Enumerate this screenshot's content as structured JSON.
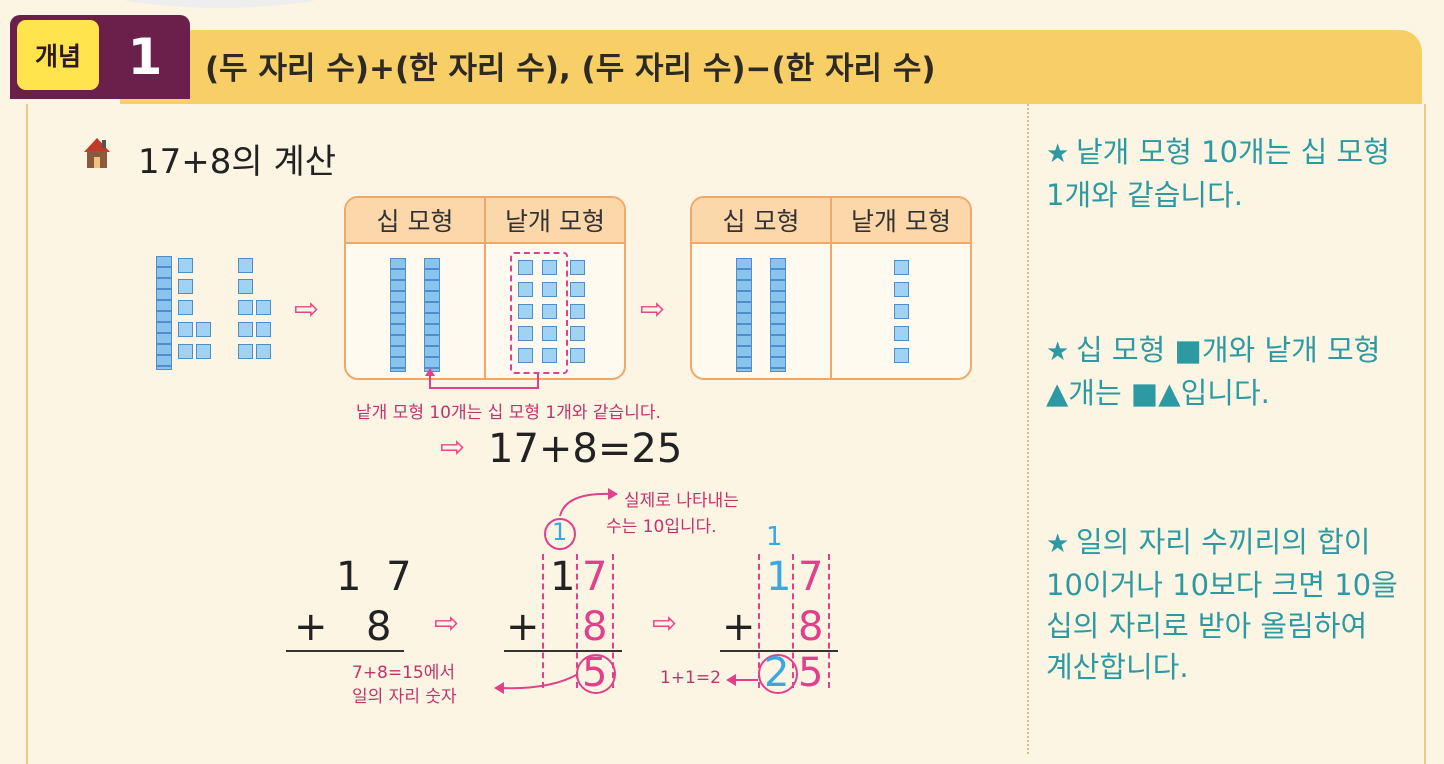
{
  "header": {
    "badge_label": "개념",
    "badge_number": "1",
    "title": "(두 자리 수)+(한 자리 수), (두 자리 수)−(한 자리 수)"
  },
  "section": {
    "icon": "house-icon",
    "title": "17+8의 계산"
  },
  "table_headers": {
    "tens": "십 모형",
    "ones": "낱개 모형"
  },
  "exchange_note": "낱개 모형 10개는 십 모형 1개와 같습니다.",
  "result_equation": "17+8=25",
  "real_value_note_line1": "실제로 나타내는",
  "real_value_note_line2": "수는 10입니다.",
  "ones_sum_note_line1": "7+8=15에서",
  "ones_sum_note_line2": "일의 자리 숫자",
  "carry_note": "1+1=2",
  "calc": {
    "step1": {
      "top": "1 7",
      "op": "+",
      "bottom": "8"
    },
    "step2": {
      "carry": "1",
      "tens": "1",
      "ones": "7",
      "op": "+",
      "bottom": "8",
      "result_ones": "5"
    },
    "step3": {
      "carry": "1",
      "tens": "1",
      "ones": "7",
      "op": "+",
      "bottom": "8",
      "result_tens": "2",
      "result_ones": "5"
    }
  },
  "side_notes": [
    "낱개 모형 10개는 십 모형 1개와 같습니다.",
    "십 모형 ■개와 낱개 모형 ▲개는 ■▲입니다.",
    "일의 자리 수끼리의 합이 10이거나 10보다 크면 10을 십의 자리로 받아 올림하여 계산합니다."
  ],
  "colors": {
    "header": "#f7cf66",
    "badge": "#6b1f4b",
    "accent_pink": "#e0408c",
    "accent_teal": "#2d9aa3"
  }
}
